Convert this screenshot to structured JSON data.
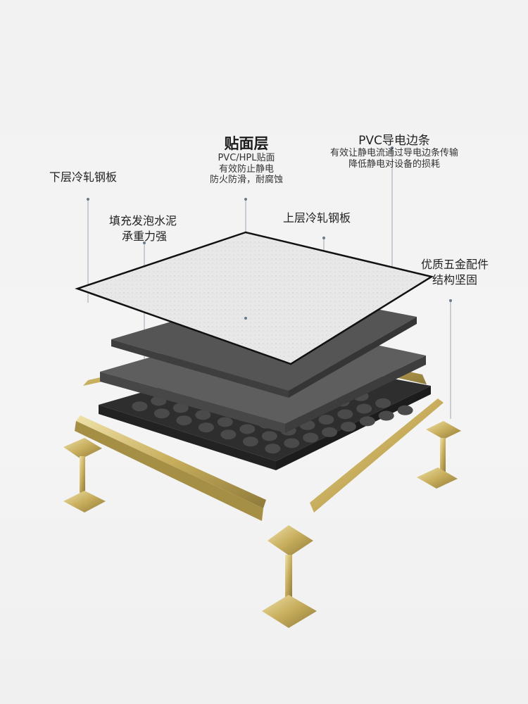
{
  "labels": {
    "lower_steel": "下层冷轧钢板",
    "cement_line1": "填充发泡水泥",
    "cement_line2": "承重力强",
    "surface_title": "贴面层",
    "surface_line1": "PVC/HPL贴面",
    "surface_line2": "有效防止静电",
    "surface_line3": "防火防滑，耐腐蚀",
    "pvc_title": "PVC导电边条",
    "pvc_line1": "有效让静电流通过导电边条传输",
    "pvc_line2": "降低静电对设备的损耗",
    "upper_steel": "上层冷轧钢板",
    "hardware_line1": "优质五金配件",
    "hardware_line2": "结构坚固"
  },
  "colors": {
    "gold": "#c9b36a",
    "slab": "#5a5a5a",
    "tray": "#3a3a3a",
    "surface": "#e6e6e6"
  }
}
